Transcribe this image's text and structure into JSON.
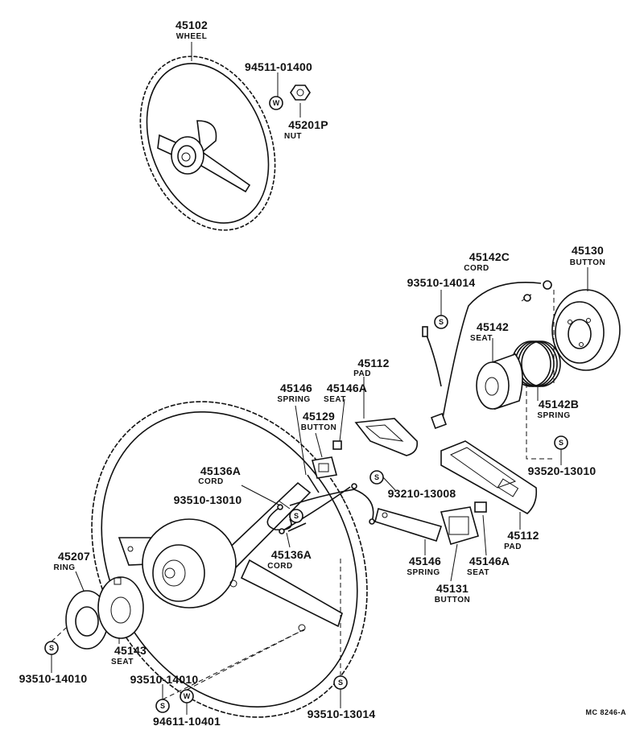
{
  "labels": {
    "l45102": {
      "pn": "45102",
      "nm": "WHEEL"
    },
    "l94511_01400": {
      "pn": "94511-01400"
    },
    "l45201P": {
      "pn": "45201P",
      "nm": "NUT"
    },
    "l45142C": {
      "pn": "45142C",
      "nm": "CORD"
    },
    "l45130": {
      "pn": "45130",
      "nm": "BUTTON"
    },
    "l93510_14014": {
      "pn": "93510-14014"
    },
    "l45142": {
      "pn": "45142",
      "nm": "SEAT"
    },
    "l45112a": {
      "pn": "45112",
      "nm": "PAD"
    },
    "l45146a": {
      "pn": "45146",
      "nm": "SPRING"
    },
    "l45146Aa": {
      "pn": "45146A",
      "nm": "SEAT"
    },
    "l45129": {
      "pn": "45129",
      "nm": "BUTTON"
    },
    "l45142B": {
      "pn": "45142B",
      "nm": "SPRING"
    },
    "l45136Aa": {
      "pn": "45136A",
      "nm": "CORD"
    },
    "l93510_13010": {
      "pn": "93510-13010"
    },
    "l93210_13008": {
      "pn": "93210-13008"
    },
    "l93520_13010": {
      "pn": "93520-13010"
    },
    "l45112b": {
      "pn": "45112",
      "nm": "PAD"
    },
    "l45136Ab": {
      "pn": "45136A",
      "nm": "CORD"
    },
    "l45207": {
      "pn": "45207",
      "nm": "RING"
    },
    "l45146b": {
      "pn": "45146",
      "nm": "SPRING"
    },
    "l45146Ab": {
      "pn": "45146A",
      "nm": "SEAT"
    },
    "l45131": {
      "pn": "45131",
      "nm": "BUTTON"
    },
    "l45143": {
      "pn": "45143",
      "nm": "SEAT"
    },
    "l93510_14010a": {
      "pn": "93510-14010"
    },
    "l93510_14010b": {
      "pn": "93510-14010"
    },
    "l94611_10401": {
      "pn": "94611-10401"
    },
    "l93510_13014": {
      "pn": "93510-13014"
    }
  },
  "symbols": {
    "s": "S",
    "w": "W"
  },
  "footer": {
    "code": "MC 8246-A"
  }
}
